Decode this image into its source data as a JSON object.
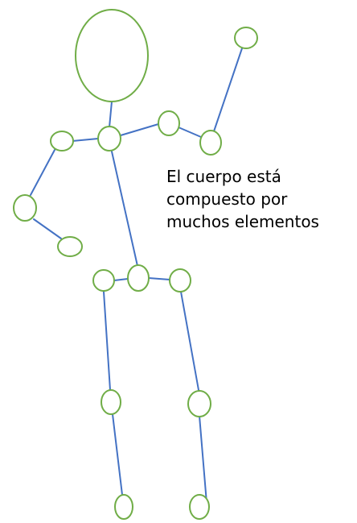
{
  "caption": {
    "lines": [
      "El cuerpo está",
      "compuesto por",
      "muchos elementos"
    ]
  },
  "colors": {
    "bone": "#4472c4",
    "joint_outline": "#70ad47",
    "text": "#000000",
    "background": "#ffffff"
  }
}
